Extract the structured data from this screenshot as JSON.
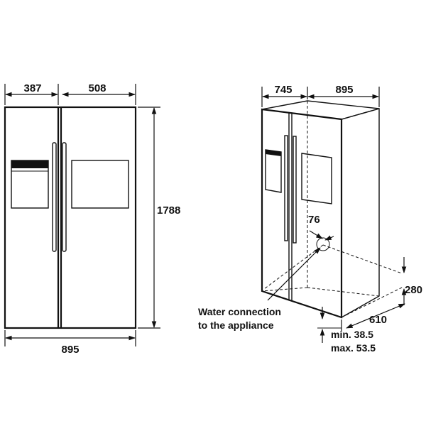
{
  "front_view": {
    "width_left_door": "387",
    "width_right_door": "508",
    "height": "1788",
    "total_width": "895"
  },
  "perspective_view": {
    "depth_top": "745",
    "width_top": "895",
    "connection_offset": "76",
    "connection_height": "280",
    "depth_side": "610",
    "clearance_min": "min. 38.5",
    "clearance_max": "max. 53.5",
    "water_label_line1": "Water connection",
    "water_label_line2": "to the appliance"
  }
}
